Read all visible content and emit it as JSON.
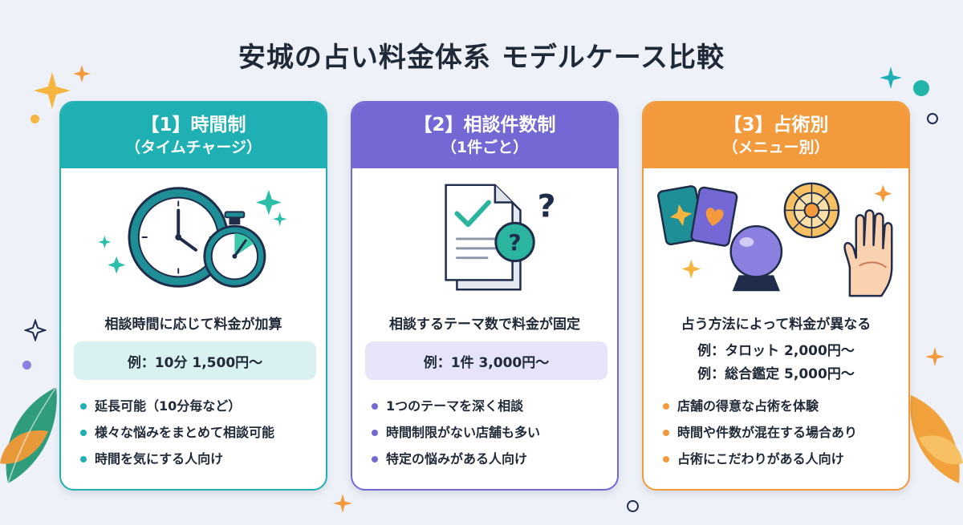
{
  "title": "安城の占い料金体系 モデルケース比較",
  "colors": {
    "teal": "#1fb0b3",
    "purple": "#7468d4",
    "orange": "#f29a3c",
    "background": "#eef2f8"
  },
  "cards": [
    {
      "heading": "【1】時間制",
      "subheading": "（タイムチャージ）",
      "illustration": "clock-stopwatch-icon",
      "lead": "相談時間に応じて料金が加算",
      "example": "例：10分 1,500円〜",
      "bullets": [
        "延長可能（10分毎など）",
        "様々な悩みをまとめて相談可能",
        "時間を気にする人向け"
      ]
    },
    {
      "heading": "【2】相談件数制",
      "subheading": "（1件ごと）",
      "illustration": "document-question-icon",
      "lead": "相談するテーマ数で料金が固定",
      "example": "例：1件 3,000円〜",
      "bullets": [
        "1つのテーマを深く相談",
        "時間制限がない店舗も多い",
        "特定の悩みがある人向け"
      ]
    },
    {
      "heading": "【3】占術別",
      "subheading": "（メニュー別）",
      "illustration": "tarot-crystal-palm-icon",
      "lead": "占う方法によって料金が異なる",
      "examples": [
        "例：タロット 2,000円〜",
        "例：総合鑑定 5,000円〜"
      ],
      "bullets": [
        "店舗の得意な占術を体験",
        "時間や件数が混在する場合あり",
        "占術にこだわりがある人向け"
      ]
    }
  ]
}
